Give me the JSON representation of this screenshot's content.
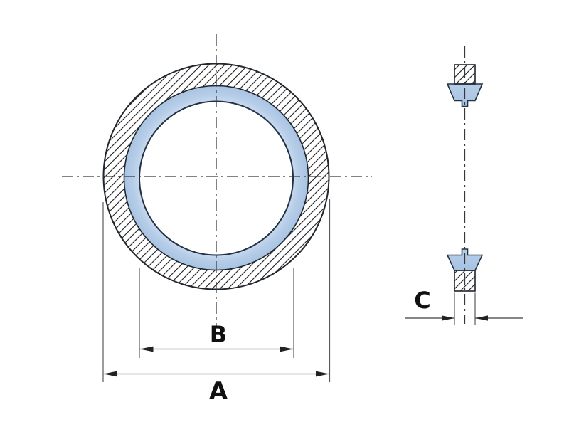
{
  "diagram": {
    "front_view": {
      "outer_diameter_label": "A",
      "inner_diameter_label": "B"
    },
    "section_view": {
      "thickness_label": "C"
    },
    "colors": {
      "background": "#ffffff",
      "rubber_fill": "#a7c3e2",
      "rubber_mid": "#b6cde8",
      "rubber_highlight": "#cfdff0",
      "outline": "#20262d",
      "rubber_outline": "#223244",
      "hatch": "#2b2b2b",
      "dimension": "#3f3f3f",
      "extension": "#5a5a5a",
      "centerline": "#383838",
      "label": "#111111"
    }
  }
}
